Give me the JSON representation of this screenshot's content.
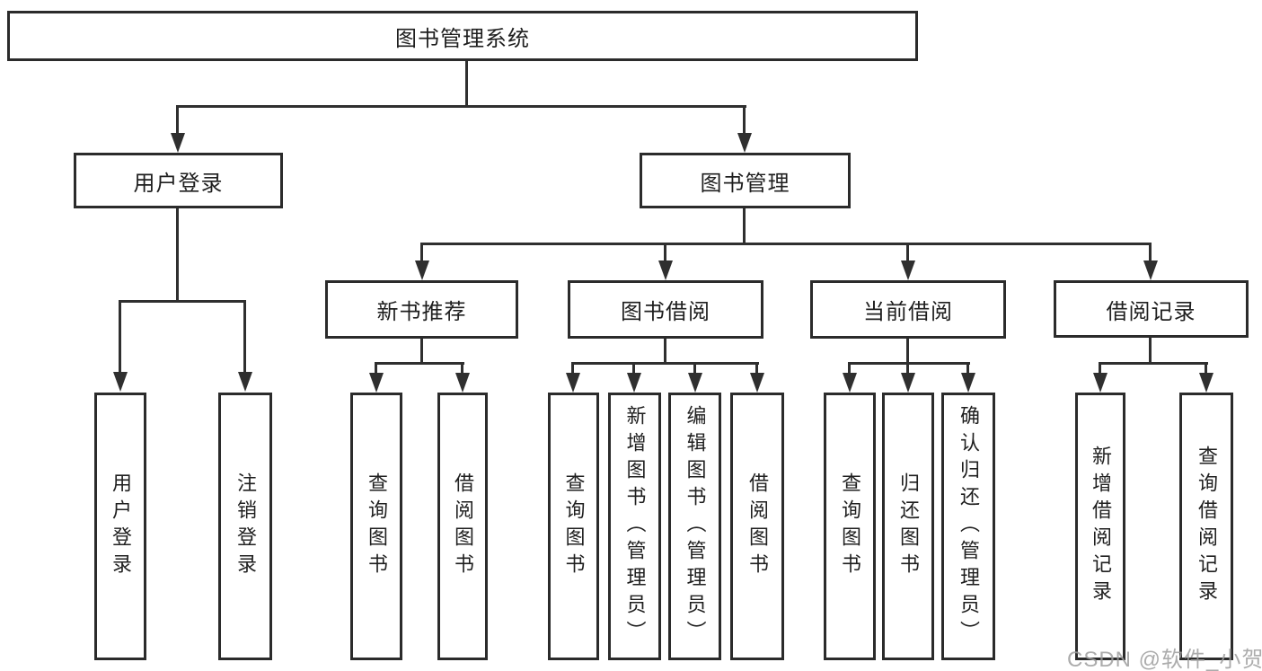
{
  "diagram": {
    "root": {
      "label": "图书管理系统",
      "children": [
        {
          "label": "用户登录",
          "children": [
            {
              "label": "用户登录"
            },
            {
              "label": "注销登录"
            }
          ]
        },
        {
          "label": "图书管理",
          "children": [
            {
              "label": "新书推荐",
              "children": [
                {
                  "label": "查询图书"
                },
                {
                  "label": "借阅图书"
                }
              ]
            },
            {
              "label": "图书借阅",
              "children": [
                {
                  "label": "查询图书"
                },
                {
                  "label": "新增图书（管理员）"
                },
                {
                  "label": "编辑图书（管理员）"
                },
                {
                  "label": "借阅图书"
                }
              ]
            },
            {
              "label": "当前借阅",
              "children": [
                {
                  "label": "查询图书"
                },
                {
                  "label": "归还图书"
                },
                {
                  "label": "确认归还（管理员）"
                }
              ]
            },
            {
              "label": "借阅记录",
              "children": [
                {
                  "label": "新增借阅记录"
                },
                {
                  "label": "查询借阅记录"
                }
              ]
            }
          ]
        }
      ]
    }
  },
  "watermark": {
    "text": "CSDN @软件_小贺同学"
  },
  "colors": {
    "line": "#2f2f2f",
    "box_border": "#2b2b2b",
    "box_fill": "#ffffff",
    "text": "#1f1f1f",
    "watermark": "#9e9e9e"
  }
}
